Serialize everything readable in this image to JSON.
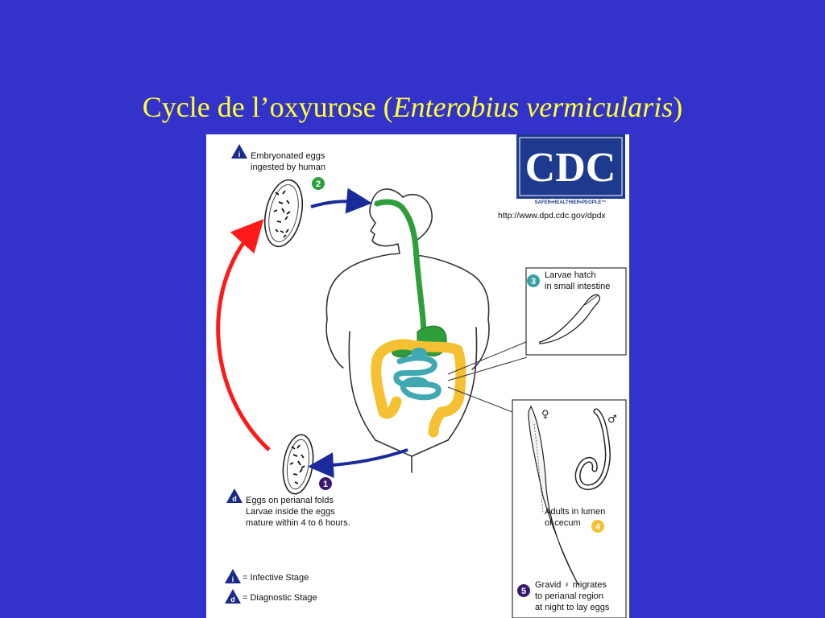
{
  "slide": {
    "title_plain": "Cycle de l’oxyurose (",
    "title_italic": "Enterobius vermicularis",
    "title_close": ")"
  },
  "cdc": {
    "logo_text": "CDC",
    "tagline": "SAFER•HEALTHIER•PEOPLE™",
    "url": "http://www.dpd.cdc.gov/dpdx"
  },
  "stages": {
    "s2": {
      "number": "2",
      "line1": "Embryonated eggs",
      "line2": "ingested by human"
    },
    "s3": {
      "number": "3",
      "line1": "Larvae hatch",
      "line2": "in small intestine"
    },
    "s4": {
      "number": "4",
      "line1": "Adults in lumen",
      "line2": "of cecum"
    },
    "s5": {
      "number": "5",
      "line1": "Gravid ♀ migrates",
      "line2": "to perianal region",
      "line3": "at night to lay eggs"
    },
    "s1": {
      "number": "1",
      "line1": "Eggs on perianal folds",
      "line2": "Larvae inside the eggs",
      "line3": "mature within 4 to 6 hours."
    }
  },
  "legend": {
    "infective_letter": "i",
    "infective_label": "= Infective Stage",
    "diagnostic_letter": "d",
    "diagnostic_label": "= Diagnostic Stage"
  },
  "symbols": {
    "female": "♀",
    "male": "♂"
  },
  "colors": {
    "background": "#3333cc",
    "title": "#ffff33",
    "stage1": "#3a1a6e",
    "stage2": "#2e9e3a",
    "stage3": "#3aa0a8",
    "stage4": "#f5c032",
    "stage5": "#3a1a6e",
    "triangle": "#1a2a8a",
    "gut_upper": "#2e9e3a",
    "gut_colon": "#f5c032",
    "gut_small": "#40a8b0",
    "arrow_red": "#ff1a1a",
    "arrow_blue": "#1a2a9a"
  }
}
